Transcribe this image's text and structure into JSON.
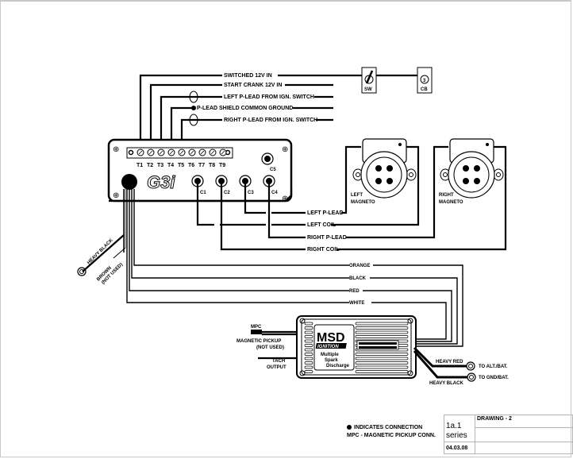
{
  "diagram": {
    "top_wires": [
      {
        "label": "SWITCHED  12V IN",
        "terminal": "T1"
      },
      {
        "label": "START CRANK 12V IN",
        "terminal": "T2"
      },
      {
        "label": "LEFT P-LEAD FROM IGN. SWITCH",
        "terminal": "T3"
      },
      {
        "label": "P-LEAD SHIELD COMMON GROUND",
        "terminal": "T4"
      },
      {
        "label": "RIGHT P-LEAD FROM IGN. SWITCH",
        "terminal": "T5"
      }
    ],
    "switch_label": "SW",
    "breaker_label": "CB",
    "breaker_value": "3",
    "g3i": {
      "logo": "G3i",
      "terminals": [
        "T1",
        "T2",
        "T3",
        "T4",
        "T5",
        "T6",
        "T7",
        "T8",
        "T9"
      ],
      "connectors": [
        "C1",
        "C2",
        "C3",
        "C4",
        "C5"
      ]
    },
    "magnetos": [
      {
        "line1": "LEFT",
        "line2": "MAGNETO"
      },
      {
        "line1": "RIGHT",
        "line2": "MAGNETO"
      }
    ],
    "magneto_wires": [
      "LEFT P-LEAD",
      "LEFT COIL",
      "RIGHT P-LEAD",
      "RIGHT COIL"
    ],
    "harness_left": {
      "heavy_black": "HEAVY BLACK",
      "brown_line1": "BROWN",
      "brown_line2": "(NOT USED)"
    },
    "msd_wires": [
      "ORANGE",
      "BLACK",
      "RED",
      "WHITE"
    ],
    "msd": {
      "brand": "MSD",
      "sub": "IGNITION",
      "desc1": "Multiple",
      "desc2": "Spark",
      "desc3": "Discharge"
    },
    "msd_left": {
      "mpc": "MPC",
      "pickup1": "MAGNETIC PICKUP",
      "pickup2": "(NOT USED)",
      "tach1": "TACH",
      "tach2": "OUTPUT"
    },
    "msd_right": {
      "heavy_red": "HEAVY RED",
      "heavy_black": "HEAVY BLACK",
      "to_alt": "TO ALT./BAT.",
      "to_gnd": "TO GND/BAT."
    }
  },
  "legend": {
    "line1": "INDICATES CONNECTION",
    "line2": "MPC - MAGNETIC PICKUP CONN."
  },
  "title_block": {
    "number": "1a.1",
    "series": "series",
    "drawing": "DRAWING - 2",
    "date": "04.03.08"
  }
}
